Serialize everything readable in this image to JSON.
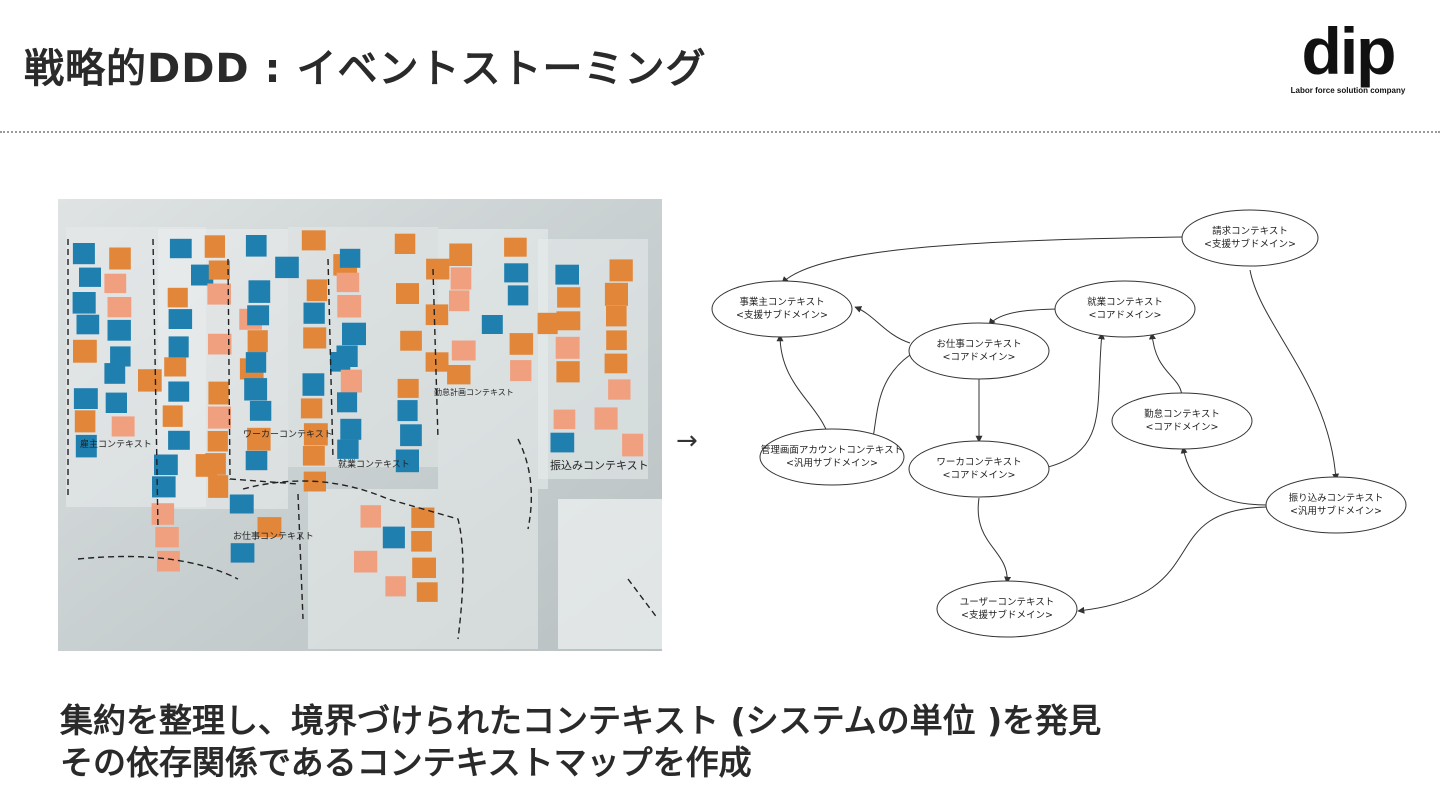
{
  "slide": {
    "title": "戦略的DDD : イベントストーミング",
    "logo": {
      "mark": "dip",
      "tagline": "Labor force solution company"
    },
    "arrow": "→",
    "caption_lines": [
      "集約を整理し、境界づけられたコンテキスト (システムの単位 )を発見",
      "その依存関係であるコンテキストマップを作成"
    ]
  },
  "photo": {
    "handwritten_labels": [
      "雇主コンテキスト",
      "ワーカーコンテキスト",
      "就業コンテキスト",
      "勤怠計画コンテキスト",
      "振込みコンテキスト",
      "お仕事コンテキスト"
    ],
    "colors": {
      "blue": "#1f7fae",
      "orange": "#e2873a",
      "pink": "#f1a07f",
      "wall": "#cfd6d7"
    }
  },
  "context_map": {
    "nodes": [
      {
        "id": "billing",
        "name": "請求コンテキスト",
        "type": "<支援サブドメイン>"
      },
      {
        "id": "employer",
        "name": "事業主コンテキスト",
        "type": "<支援サブドメイン>"
      },
      {
        "id": "employment",
        "name": "就業コンテキスト",
        "type": "<コアドメイン>"
      },
      {
        "id": "job",
        "name": "お仕事コンテキスト",
        "type": "<コアドメイン>"
      },
      {
        "id": "attendance",
        "name": "勤怠コンテキスト",
        "type": "<コアドメイン>"
      },
      {
        "id": "admin",
        "name": "管理画面アカウントコンテキスト",
        "type": "<汎用サブドメイン>"
      },
      {
        "id": "worker",
        "name": "ワーカコンテキスト",
        "type": "<コアドメイン>"
      },
      {
        "id": "transfer",
        "name": "振り込みコンテキスト",
        "type": "<汎用サブドメイン>"
      },
      {
        "id": "user",
        "name": "ユーザーコンテキスト",
        "type": "<支援サブドメイン>"
      }
    ],
    "edges": [
      {
        "from": "billing",
        "to": "employer"
      },
      {
        "from": "billing",
        "to": "transfer"
      },
      {
        "from": "job",
        "to": "employer"
      },
      {
        "from": "job",
        "to": "admin"
      },
      {
        "from": "job",
        "to": "worker"
      },
      {
        "from": "employment",
        "to": "job"
      },
      {
        "from": "admin",
        "to": "employer"
      },
      {
        "from": "worker",
        "to": "employment"
      },
      {
        "from": "worker",
        "to": "user"
      },
      {
        "from": "attendance",
        "to": "employment"
      },
      {
        "from": "transfer",
        "to": "attendance"
      },
      {
        "from": "transfer",
        "to": "user"
      }
    ]
  }
}
